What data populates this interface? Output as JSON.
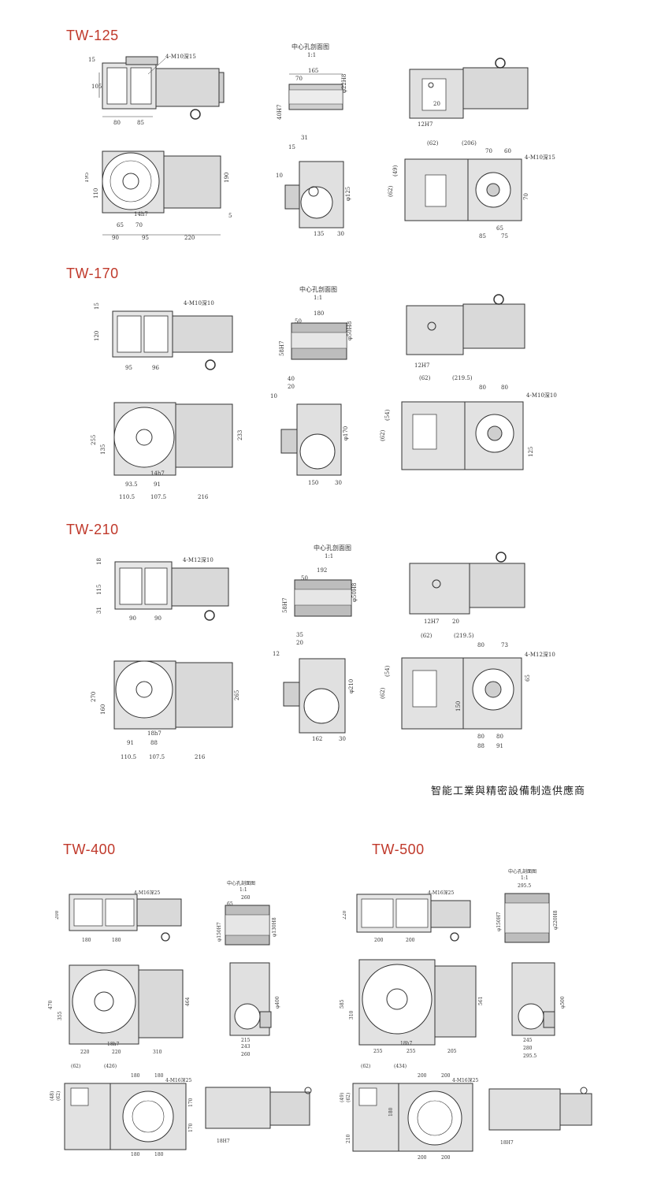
{
  "sections": [
    {
      "model": "TW-125",
      "labels": {
        "bolt": "4-M10深15",
        "section_title": "中心孔剖面图",
        "scale": "1:1",
        "s_165": "165",
        "s_70": "70",
        "s_phi": "φ22H8",
        "s_40": "40H7",
        "f_80": "80",
        "f_85": "85",
        "f_105": "105",
        "f_15": "15",
        "p_90": "90",
        "p_95": "95",
        "p_220": "220",
        "p_65": "65",
        "p_70": "70",
        "p_14h7": "14h7",
        "p_195": "195",
        "p_110": "110",
        "p_190": "190",
        "p_5": "5",
        "e_31": "31",
        "e_15": "15",
        "e_10": "10",
        "e_125": "φ125",
        "e_135": "135",
        "e_30": "30",
        "r_12": "12H7",
        "r_20": "20",
        "r_62": "(62)",
        "r_206": "(206)",
        "r_70": "70",
        "r_60": "60",
        "r_49": "(49)",
        "r_62b": "(62)",
        "r_70b": "70",
        "r_65": "65",
        "r_85": "85",
        "r_75": "75"
      }
    },
    {
      "model": "TW-170",
      "labels": {
        "bolt": "4-M10深10",
        "section_title": "中心孔剖面图",
        "scale": "1:1",
        "s_180": "180",
        "s_50": "50",
        "s_phi": "φ50H8",
        "s_58": "58H7",
        "f_95": "95",
        "f_96": "96",
        "f_120": "120",
        "f_15": "15",
        "p_110": "110.5",
        "p_107": "107.5",
        "p_216": "216",
        "p_93": "93.5",
        "p_91": "91",
        "p_14h7": "14h7",
        "p_255": "255",
        "p_135": "135",
        "p_233": "233",
        "e_40": "40",
        "e_20": "20",
        "e_10": "10",
        "e_170": "φ170",
        "e_150": "150",
        "e_30": "30",
        "r_12": "12H7",
        "r_62": "(62)",
        "r_219": "(219.5)",
        "r_80": "80",
        "r_80b": "80",
        "r_54": "(54)",
        "r_62b": "(62)",
        "r_125": "125"
      }
    },
    {
      "model": "TW-210",
      "labels": {
        "bolt": "4-M12深10",
        "section_title": "中心孔剖面图",
        "scale": "1:1",
        "s_192": "192",
        "s_50": "50",
        "s_phi": "φ50H8",
        "s_58": "58H7",
        "f_90": "90",
        "f_115": "115",
        "f_18": "18",
        "f_31": "31",
        "p_110": "110.5",
        "p_107": "107.5",
        "p_216": "216",
        "p_91": "91",
        "p_88": "88",
        "p_18h7": "18h7",
        "p_270": "270",
        "p_160": "160",
        "p_265": "265",
        "e_35": "35",
        "e_20": "20",
        "e_12": "12",
        "e_210": "φ210",
        "e_162": "162",
        "e_30": "30",
        "r_12": "12H7",
        "r_20": "20",
        "r_62": "(62)",
        "r_219": "(219.5)",
        "r_80": "80",
        "r_73": "73",
        "r_54": "(54)",
        "r_62b": "(62)",
        "r_150": "150",
        "r_88": "88",
        "r_91": "91",
        "r_65": "65"
      }
    },
    {
      "model": "TW-400",
      "labels": {
        "bolt": "4-M16深25",
        "section_title": "中心孔剖面图",
        "scale": "1:1",
        "s_260": "260",
        "s_65": "65",
        "s_phi": "φ130H8",
        "s_150": "φ150H7",
        "f_180": "180",
        "f_180b": "180",
        "f_200": "200",
        "p_220": "220",
        "p_220b": "220",
        "p_310": "310",
        "p_18h7": "18h7",
        "p_470": "470",
        "p_355": "355",
        "p_464": "464",
        "e_215": "215",
        "e_243": "243",
        "e_260": "260",
        "e_400": "φ400",
        "r_62": "(62)",
        "r_426": "(426)",
        "r_180": "180",
        "r_180b": "180",
        "r_170": "170",
        "r_170b": "170",
        "r_48": "(48)",
        "r_62b": "(62)",
        "r_180c": "180",
        "r_180d": "180",
        "r_18": "18H7"
      }
    },
    {
      "model": "TW-500",
      "labels": {
        "bolt": "4-M16深25",
        "section_title": "中心孔剖面图",
        "scale": "1:1",
        "s_295": "295.5",
        "s_phi": "φ220H8",
        "s_150": "φ150H7",
        "f_200": "200",
        "f_200b": "200",
        "f_220": "220",
        "p_255": "255",
        "p_255b": "255",
        "p_205": "205",
        "p_18h7": "18h7",
        "p_585": "585",
        "p_310": "310",
        "p_561": "561",
        "e_245": "245",
        "e_280": "280",
        "e_295": "295.5",
        "e_500": "φ500",
        "r_62": "(62)",
        "r_434": "(434)",
        "r_200": "200",
        "r_200b": "200",
        "r_49": "(49)",
        "r_62b": "(62)",
        "r_210": "210",
        "r_180": "180",
        "r_18": "18H7"
      }
    }
  ],
  "tagline": "智能工業與精密設備制造供應商",
  "colors": {
    "title": "#c0392b",
    "line": "#333333",
    "fill": "#d9d9d9",
    "fill_dark": "#b8b8b8"
  }
}
